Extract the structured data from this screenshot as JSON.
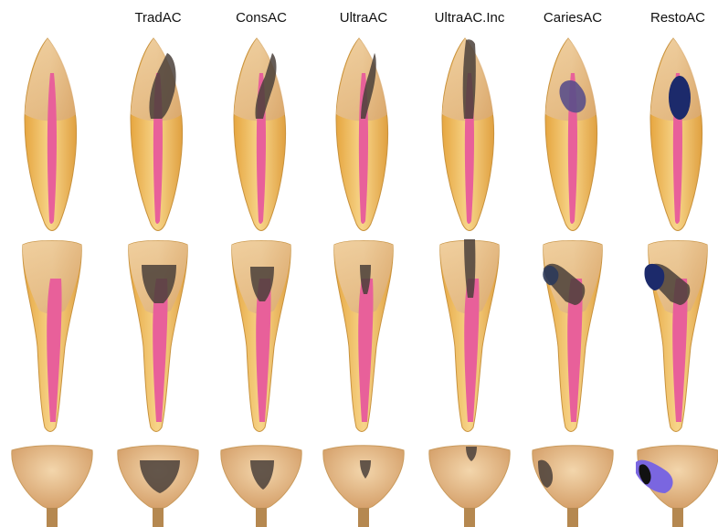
{
  "columns": [
    {
      "id": "intact",
      "label": ""
    },
    {
      "id": "tradac",
      "label": "TradAC"
    },
    {
      "id": "consac",
      "label": "ConsAC"
    },
    {
      "id": "ultraac",
      "label": "UltraAC"
    },
    {
      "id": "ultraac_inc",
      "label": "UltraAC.Inc"
    },
    {
      "id": "cariesac",
      "label": "CariesAC"
    },
    {
      "id": "restoac",
      "label": "RestoAC"
    }
  ],
  "rows": [
    {
      "id": "proximal-view"
    },
    {
      "id": "facial-view"
    },
    {
      "id": "occlusal-view"
    }
  ],
  "colors": {
    "enamel": "#e9c79a",
    "enamel_edge": "#c99a5c",
    "dentin": "#f0c060",
    "pulp": "#e8609a",
    "cavity": "#4a3f3a",
    "caries": "#5a4f8a",
    "restoration": "#1c2a6b",
    "restoration_occlusal": "#7a66e0"
  }
}
